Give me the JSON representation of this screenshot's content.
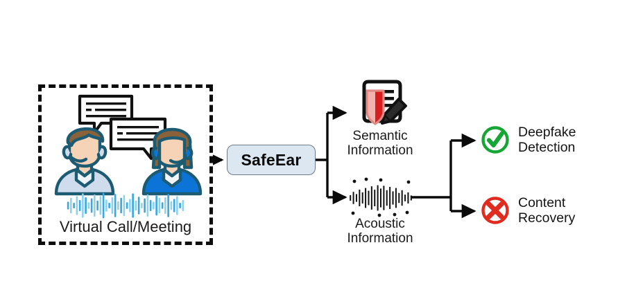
{
  "figure": {
    "type": "system-architecture-diagram",
    "background_color": "#ffffff",
    "title_visible": false
  },
  "source": {
    "box_label": "Virtual Call/Meeting",
    "border_style": "dashed",
    "border_color": "#0d0d0d",
    "speech_bubbles": [
      {
        "name": "bubble-top-left",
        "lines": 3
      },
      {
        "name": "bubble-bottom-right",
        "lines": 3
      }
    ],
    "participants": [
      {
        "name": "participant-left",
        "hair_color": "#8a6239",
        "skin_color": "#f6d3b6",
        "shirt_color": "#cfdced",
        "outline_color": "#1d5b73",
        "headset": true
      },
      {
        "name": "participant-right",
        "hair_color": "#8a6239",
        "skin_color": "#f6d3b6",
        "shirt_color": "#0b74d6",
        "outline_color": "#1d5b73",
        "headset": true
      }
    ],
    "audio_waveform": {
      "name": "audio-waveform",
      "color_dark": "#3aa8e0",
      "color_light": "#8fd2f0",
      "bars": [
        14,
        28,
        10,
        34,
        20,
        44,
        30,
        12,
        26,
        40,
        18,
        34,
        46,
        22,
        10,
        30,
        42,
        16,
        28,
        38,
        12,
        24,
        44,
        18,
        32,
        10,
        26,
        40,
        20,
        14,
        36,
        28,
        12,
        30,
        42,
        16,
        24,
        34,
        10,
        20
      ]
    }
  },
  "model": {
    "node_label": "SafeEar",
    "node_fill": "#dde7f1",
    "node_border": "#6b7b8c"
  },
  "branches": [
    {
      "key": "semantic",
      "label_line1": "Semantic",
      "label_line2": "Information",
      "icon": "document-shield-pencil-icon",
      "shield_light": "#f3b3ad",
      "shield_dark": "#d81f1f",
      "doc_outline": "#111111"
    },
    {
      "key": "acoustic",
      "label_line1": "Acoustic",
      "label_line2": "Information",
      "icon": "audio-waveform-icon",
      "waveform_color": "#121212",
      "bars": [
        10,
        22,
        14,
        30,
        20,
        36,
        26,
        42,
        30,
        46,
        34,
        44,
        28,
        40,
        24,
        36,
        18,
        28,
        12,
        20,
        9
      ]
    }
  ],
  "outcomes": [
    {
      "key": "deepfake-detection",
      "line1": "Deepfake",
      "line2": "Detection",
      "icon": "check-circle-icon",
      "icon_color": "#17a636"
    },
    {
      "key": "content-recovery",
      "line1": "Content",
      "line2": "Recovery",
      "icon": "cross-circle-icon",
      "icon_color": "#e02b20"
    }
  ],
  "connectors": {
    "edge_color": "#0a0a0a",
    "items": [
      {
        "name": "edge-source-to-safeear",
        "from": "source-box",
        "to": "safeear-node"
      },
      {
        "name": "edge-safeear-to-semantic",
        "from": "safeear-node",
        "to": "semantic-branch"
      },
      {
        "name": "edge-safeear-to-acoustic",
        "from": "safeear-node",
        "to": "acoustic-branch"
      },
      {
        "name": "edge-acoustic-to-deepfake",
        "from": "acoustic-branch",
        "to": "deepfake-detection"
      },
      {
        "name": "edge-acoustic-to-recovery",
        "from": "acoustic-branch",
        "to": "content-recovery"
      }
    ]
  }
}
